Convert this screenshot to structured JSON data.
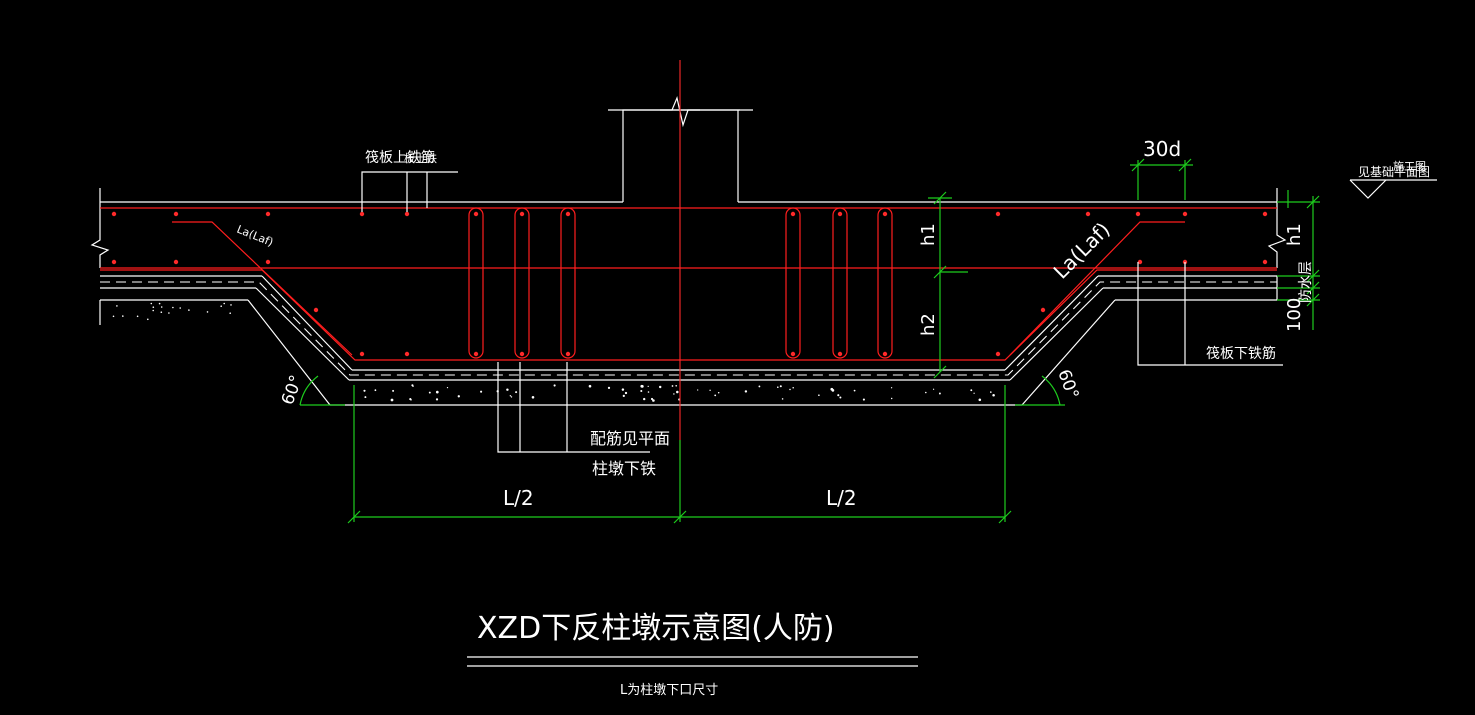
{
  "drawing": {
    "title": "XZD下反柱墩示意图(人防)",
    "note": "L为柱墩下口尺寸",
    "labels": {
      "top_rebar": "筏板上铁筋",
      "top_rebar_overlap": "板上铁",
      "anchor_left": "La(Laf)",
      "anchor_right": "La(Laf)",
      "d30": "30d",
      "see_plan": "见基础平面图",
      "see_plan_overlap": "施工图",
      "h1_mid": "h1",
      "h2_mid": "h2",
      "h1_right": "h1",
      "waterproof": "防水层",
      "dim_100": "100",
      "bottom_rebar": "筏板下铁筋",
      "pier_rebar_1": "配筋见平面",
      "pier_rebar_2": "柱墩下铁",
      "angle_left": "60°",
      "angle_right": "60°",
      "dim_left": "L/2",
      "dim_right": "L/2"
    }
  },
  "colors": {
    "background": "#000000",
    "outline": "#ffffff",
    "rebar": "#ff1e1e",
    "dimension": "#1ecc1e"
  }
}
